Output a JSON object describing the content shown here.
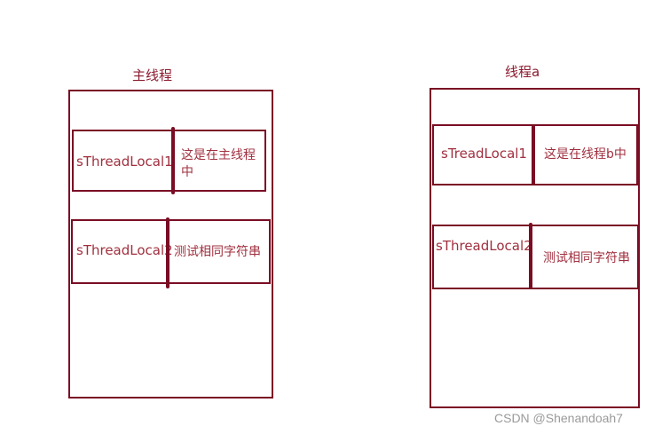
{
  "main_thread": {
    "title": "主线程",
    "slot1": {
      "key": "sThreadLocal1",
      "value": "这是在主线程中"
    },
    "slot2": {
      "key": "sThreadLocal2",
      "value": "测试相同字符串"
    }
  },
  "thread_a": {
    "title": "线程a",
    "slot1": {
      "key": "sTreadLocal1",
      "value": "这是在线程b中"
    },
    "slot2": {
      "key": "sThreadLocal2",
      "value": "测试相同字符串"
    }
  },
  "watermark": "CSDN @Shenandoah7",
  "colors": {
    "stroke": "#7a0d24",
    "text": "#a0303f",
    "watermark": "#9a9a9a"
  }
}
